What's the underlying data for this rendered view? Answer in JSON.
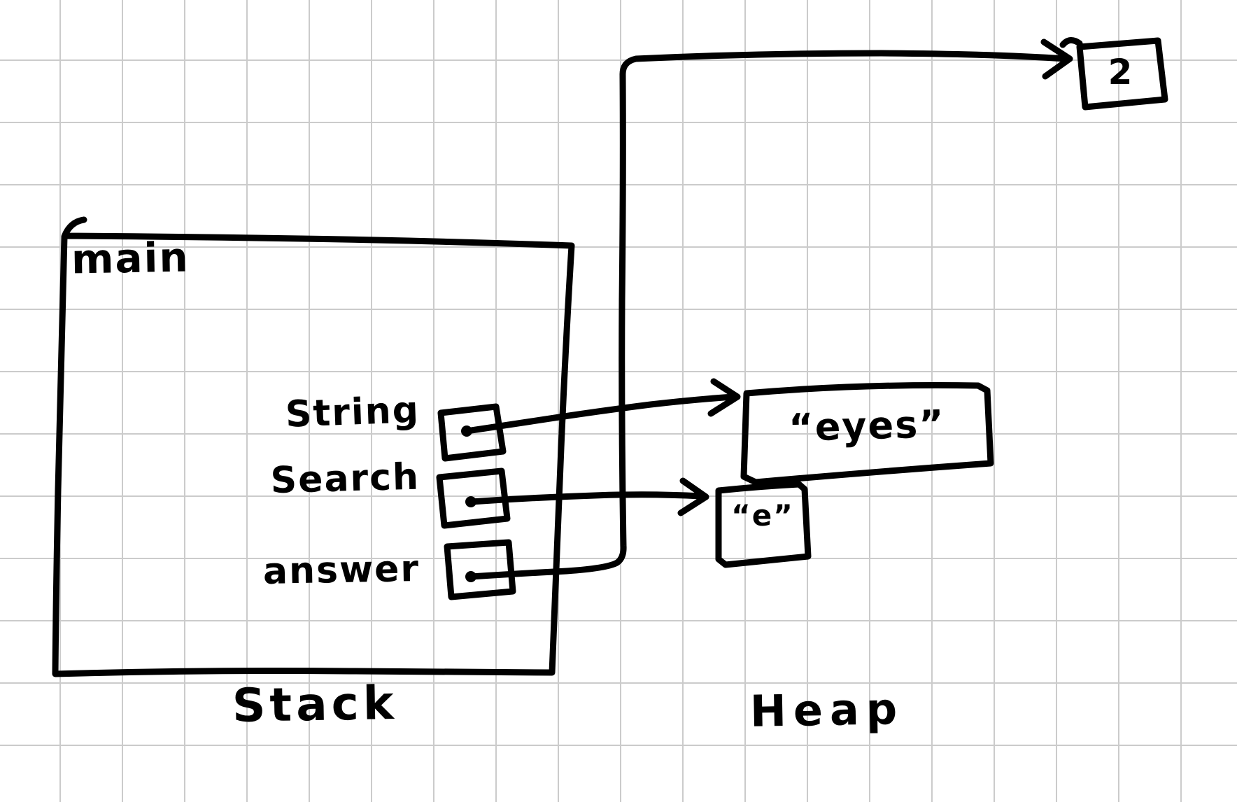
{
  "colors": {
    "background": "#ffffff",
    "grid_line": "#cbcbcb",
    "ink": "#000000"
  },
  "regions": {
    "stack_label": "Stack",
    "heap_label": "Heap"
  },
  "stack_frame": {
    "label": "main",
    "variables": [
      {
        "name": "String",
        "target": "“eyes”"
      },
      {
        "name": "Search",
        "target": "“e”"
      },
      {
        "name": "answer",
        "target": "2"
      }
    ]
  },
  "heap": {
    "objects": [
      {
        "value": "“eyes”"
      },
      {
        "value": "“e”"
      },
      {
        "value": "2"
      }
    ]
  }
}
